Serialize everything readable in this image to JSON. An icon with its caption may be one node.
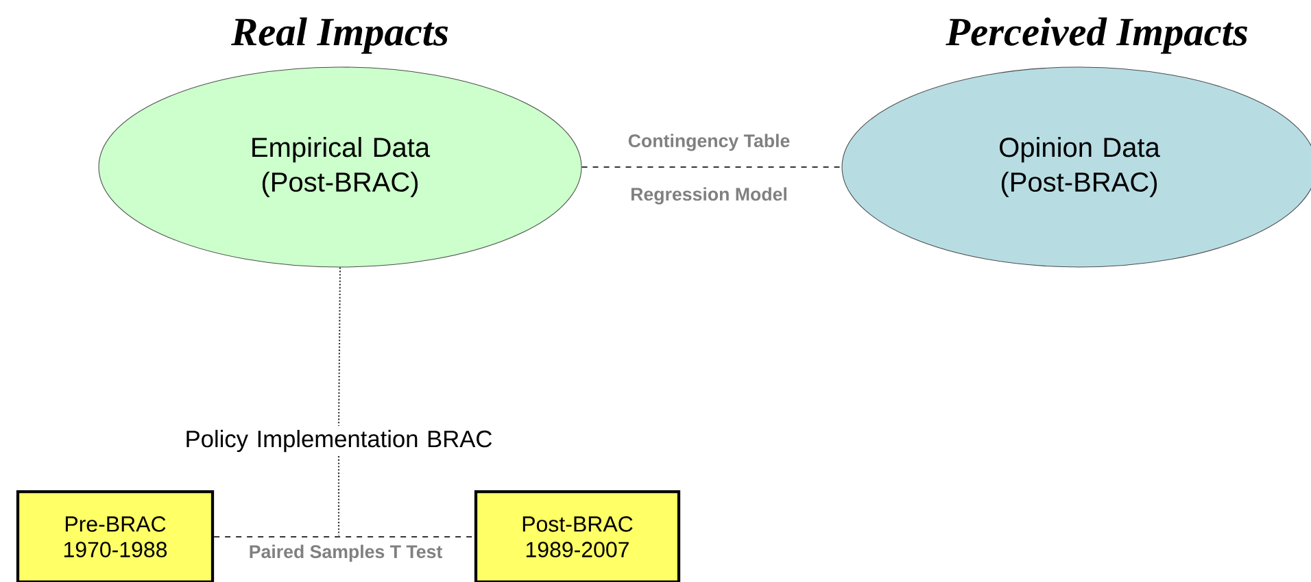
{
  "diagram": {
    "nodes": [
      {
        "text": [
          "Real Impacts",
          "Empirical Data (Post-BRAC)"
        ]
      },
      {
        "text": [
          "Perceived Impacts",
          "Opinion Data (Post-BRAC)"
        ]
      },
      {
        "text": [
          "Policy Implementation BRAC"
        ]
      },
      {
        "text": [
          "Pre-BRAC 1970-1988"
        ]
      },
      {
        "text": [
          "Post-BRAC 1989-2007"
        ]
      }
    ],
    "edges": [
      {
        "from": 0,
        "to": 1,
        "arrow": "none",
        "style": "dashed",
        "label": "Contingency Table"
      },
      {
        "from": 0,
        "to": 2,
        "arrow": "none"
      },
      {
        "from": 2,
        "to": null,
        "arrow": "none"
      },
      {
        "from": 3,
        "to": 4,
        "arrow": "none",
        "style": "dashed",
        "label": "Paired Samples T Test"
      }
    ],
    "labels": [
      "Regression Model"
    ]
  }
}
